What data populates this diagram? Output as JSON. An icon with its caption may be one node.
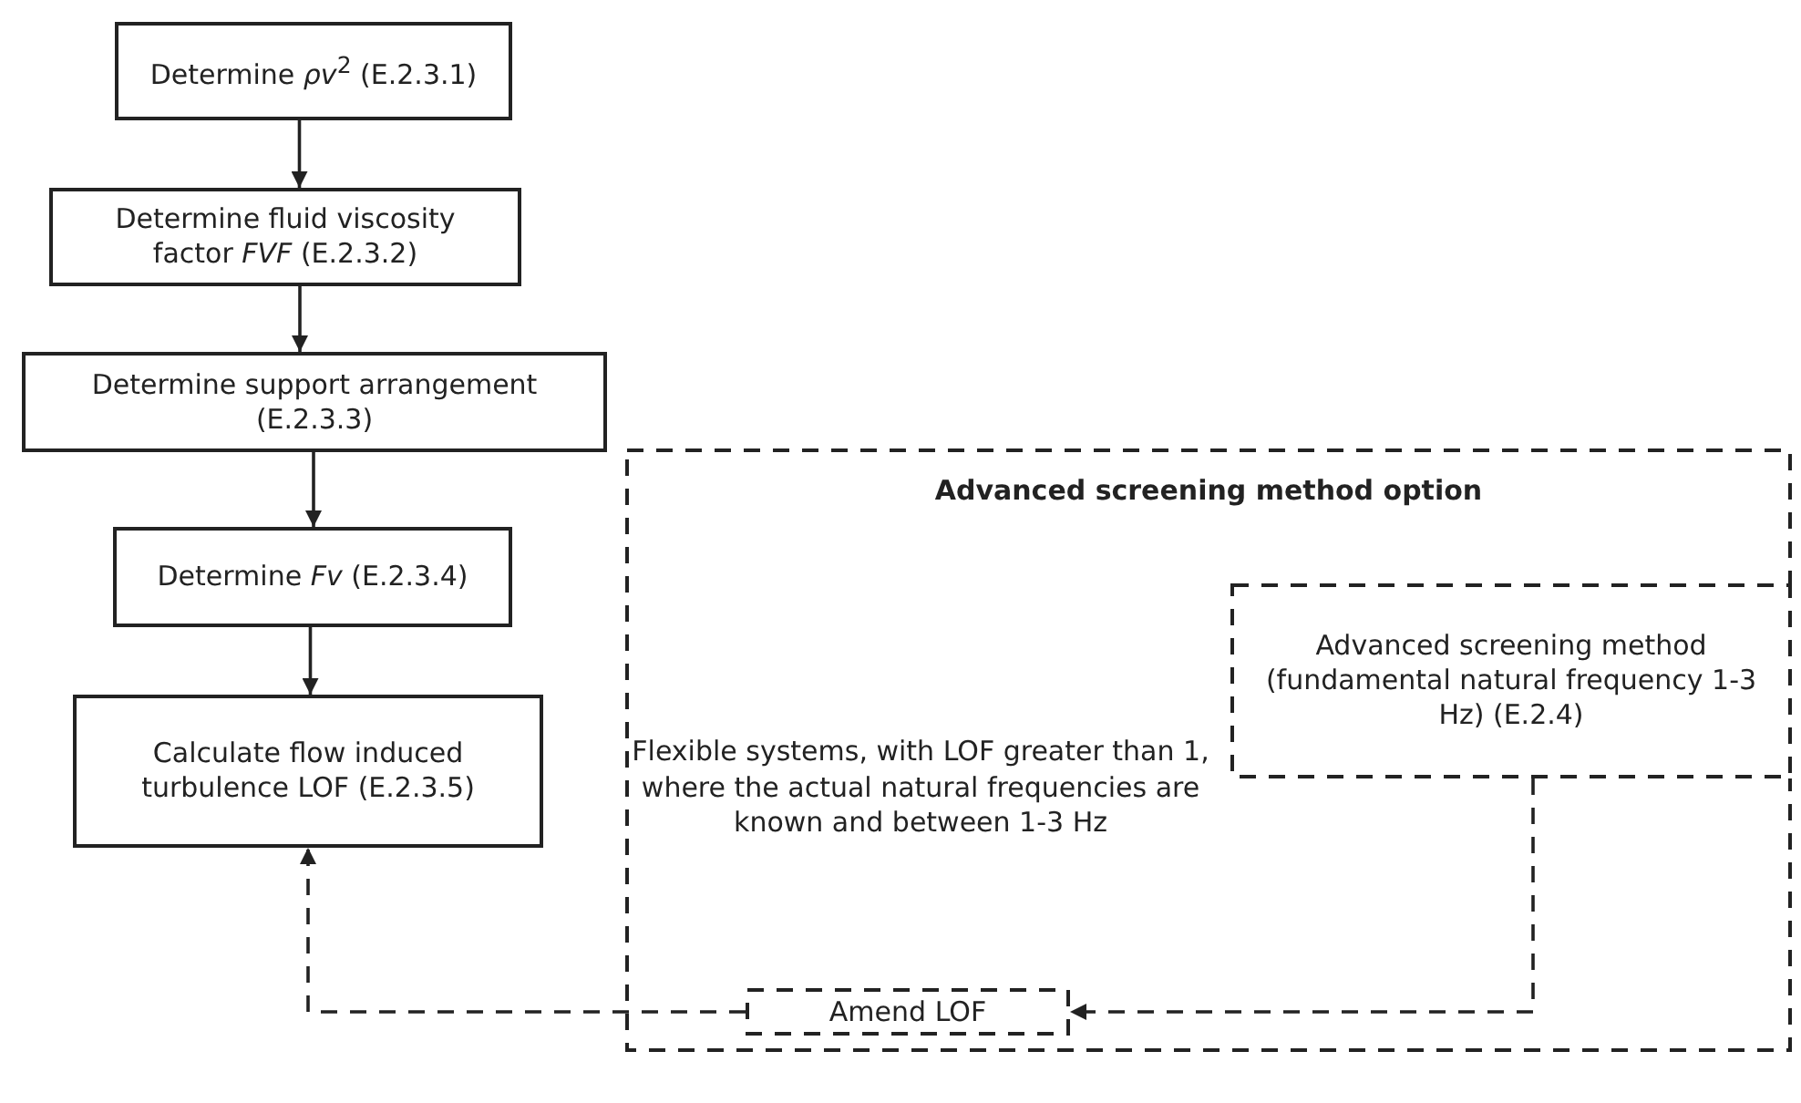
{
  "diagram": {
    "nodes": [
      {
        "text": [
          "Determine *ρv*$^{2}$ (E.2.3.1)"
        ]
      },
      {
        "text": [
          "Determine fluid viscosity factor *FVF* (E.2.3.2)"
        ]
      },
      {
        "text": [
          "Determine support arrangement (E.2.3.3)"
        ]
      },
      {
        "text": [
          "Determine *Fv* (E.2.3.4)"
        ]
      },
      {
        "text": [
          "Calculate flow induced turbulence LOF (E.2.3.5)"
        ]
      },
      {
        "text": [
          "Advanced screening method option"
        ]
      },
      {
        "text": [
          "Advanced screening method (fundamental natural frequency 1-3 Hz) (E.2.4)"
        ],
        "in": 5
      },
      {
        "text": [
          "Amend LOF"
        ],
        "in": 5
      }
    ],
    "edges": [
      {
        "from": 0,
        "to": 1,
        "arrow": "to"
      },
      {
        "from": 1,
        "to": 2,
        "arrow": "to"
      },
      {
        "from": 2,
        "to": 3,
        "arrow": "to"
      },
      {
        "from": 3,
        "to": 4,
        "arrow": "to"
      },
      {
        "from": 6,
        "to": 7,
        "arrow": "to",
        "style": "dashed"
      },
      {
        "from": 7,
        "to": 4,
        "arrow": "to",
        "style": "dashed"
      }
    ],
    "labels": [
      "Flexible systems, with LOF greater than 1, where the actual natural frequencies are known and between 1-3 Hz"
    ]
  }
}
